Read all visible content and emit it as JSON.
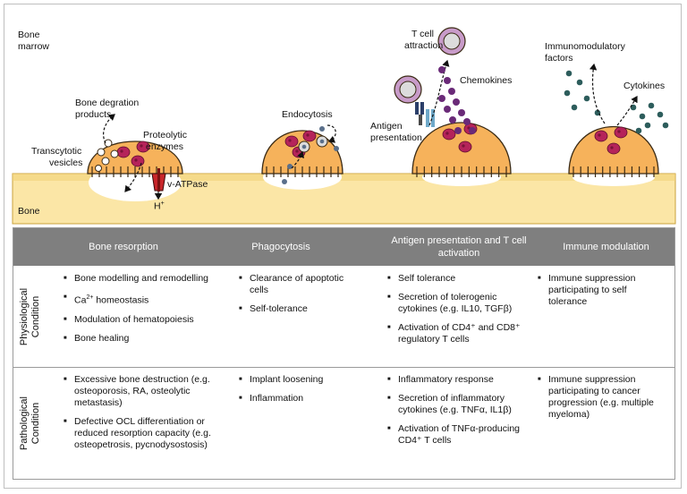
{
  "labels": {
    "bone_marrow": [
      "Bone",
      "marrow"
    ],
    "bone": "Bone",
    "bone_degradation_products": [
      "Bone degration",
      "products"
    ],
    "transcytotic_vesicles": [
      "Transcytotic",
      "vesicles"
    ],
    "proteolytic_enzymes": [
      "Proteolytic",
      "enzymes"
    ],
    "v_atpase": "v-ATPase",
    "h_plus": "H",
    "endocytosis": "Endocytosis",
    "t_cell_attraction": [
      "T cell",
      "attraction"
    ],
    "chemokines": "Chemokines",
    "antigen_presentation": [
      "Antigen",
      "presentation"
    ],
    "immunomodulatory_factors": [
      "Immunomodulatory",
      "factors"
    ],
    "cytokines": "Cytokines"
  },
  "colors": {
    "cell_fill": "#f6b25b",
    "cell_stroke": "#3a2a14",
    "nucleus": "#b5235a",
    "bone_fill": "#fbe6a6",
    "bone_stroke": "#c9a23c",
    "header_bg": "#7f7f7f",
    "chemokine": "#6a2a78",
    "cytokine": "#2d5d5c"
  },
  "table": {
    "headers": [
      "Bone resorption",
      "Phagocytosis",
      "Antigen presentation and T cell activation",
      "Immune modulation"
    ],
    "rows": [
      {
        "label": "Physiological Condition",
        "cells": [
          [
            "Bone modelling and remodelling",
            "Ca²⁺ homeostasis",
            "Modulation of hematopoiesis",
            "Bone healing"
          ],
          [
            "Clearance of apoptotic cells",
            "Self-tolerance"
          ],
          [
            "Self tolerance",
            "Secretion of tolerogenic cytokines (e.g. IL10, TGFβ)",
            "Activation of CD4⁺ and CD8⁺ regulatory T cells"
          ],
          [
            "Immune suppression participating to self tolerance"
          ]
        ]
      },
      {
        "label": "Pathological Condition",
        "cells": [
          [
            "Excessive bone destruction (e.g. osteoporosis, RA, osteolytic metastasis)",
            "Defective OCL differentiation or reduced resorption capacity (e.g. osteopetrosis, pycnodysostosis)"
          ],
          [
            "Implant loosening",
            "Inflammation"
          ],
          [
            "Inflammatory response",
            "Secretion of inflammatory cytokines (e.g. TNFα, IL1β)",
            "Activation of TNFα-producing CD4⁺ T cells"
          ],
          [
            "Immune suppression participating to cancer progression (e.g. multiple myeloma)"
          ]
        ]
      }
    ]
  }
}
